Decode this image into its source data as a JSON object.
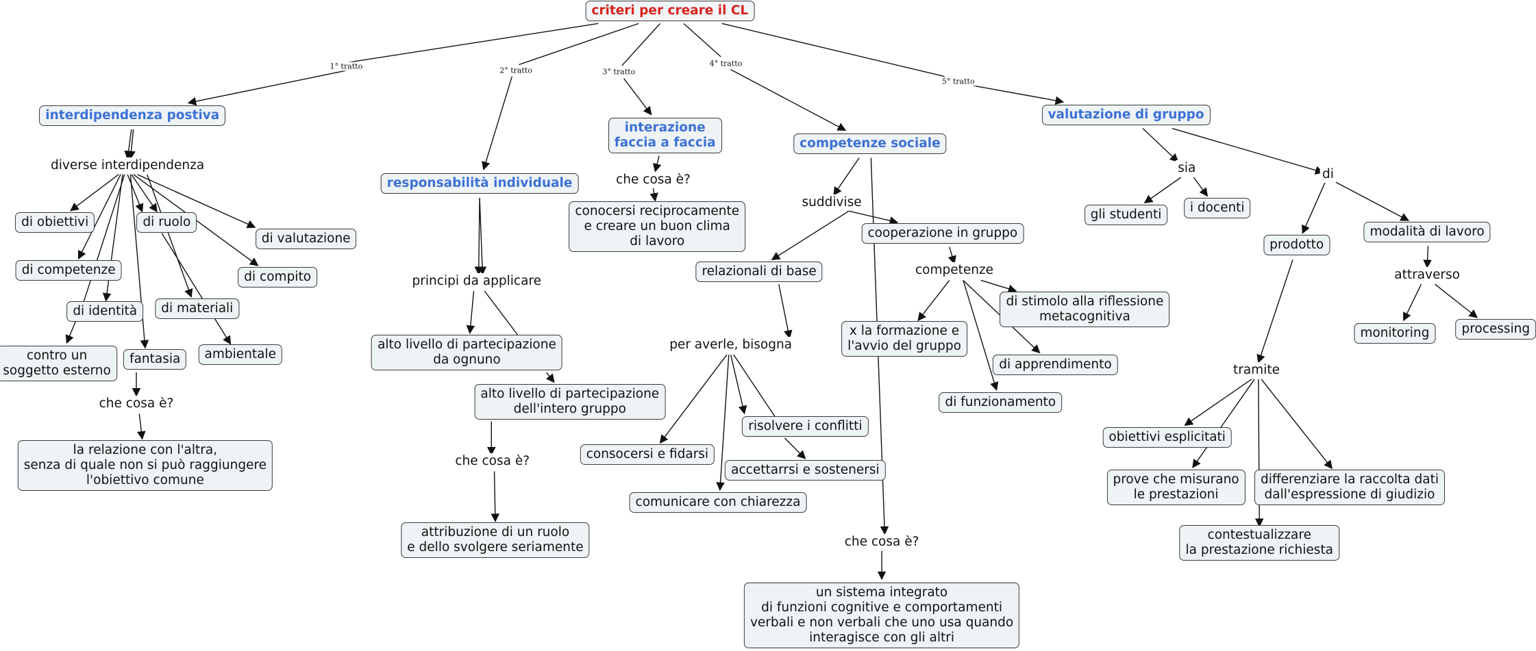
{
  "map": {
    "title": "criteri per creare il CL",
    "traits": [
      "1° tratto",
      "2° tratto",
      "3° tratto",
      "4° tratto",
      "5° tratto"
    ],
    "interdipendenza": {
      "title": "interdipendenza postiva",
      "diverse": "diverse interdipendenza",
      "obiettivi": "di obiettivi",
      "ruolo": "di ruolo",
      "valutazione": "di valutazione",
      "competenze": "di competenze",
      "compito": "di compito",
      "identita": "di identità",
      "materiali": "di materiali",
      "contro": "contro un\nsoggetto esterno",
      "fantasia": "fantasia",
      "ambientale": "ambientale",
      "checosa": "che cosa è?",
      "relazione": "la relazione con l'altra,\nsenza di quale non si può raggiungere\nl'obiettivo comune"
    },
    "responsabilita": {
      "title": "responsabilità individuale",
      "principi": "principi da applicare",
      "alto1": "alto livello di partecipazione\nda ognuno",
      "alto2": "alto livello di partecipazione\ndell'intero gruppo",
      "checosa": "che cosa è?",
      "attribuzione": "attribuzione di un ruolo\ne dello svolgere seriamente"
    },
    "interazione": {
      "title": "interazione\nfaccia a faccia",
      "checosa": "che cosa è?",
      "conocersi": "conocersi reciprocamente\ne creare un buon clima\ndi lavoro"
    },
    "competenze_sociale": {
      "title": "competenze sociale",
      "suddivise": "suddivise",
      "cooperazione": "cooperazione in gruppo",
      "relazionali": "relazionali di base",
      "competenze": "competenze",
      "stimolo": "di stimolo alla riflessione\nmetacognitiva",
      "formazione": "x la formazione e\nl'avvio del gruppo",
      "apprendimento": "di apprendimento",
      "funzionamento": "di funzionamento",
      "peraverle": "per averle, bisogna",
      "risolvere": "risolvere i conflitti",
      "consocersi": "consocersi e fidarsi",
      "accettarsi": "accettarrsi e sostenersi",
      "comunicare": "comunicare con chiarezza",
      "checosa": "che cosa è?",
      "sistema": "un sistema integrato\ndi funzioni cognitive e comportamenti\nverbali e non verbali che uno usa quando\ninteragisce con gli altri"
    },
    "valutazione": {
      "title": "valutazione di gruppo",
      "sia": "sia",
      "di": "di",
      "studenti": "gli studenti",
      "docenti": "i docenti",
      "prodotto": "prodotto",
      "modalita": "modalità di lavoro",
      "attraverso": "attraverso",
      "monitoring": "monitoring",
      "processing": "processing",
      "tramite": "tramite",
      "obiettivi": "obiettivi esplicitati",
      "prove": "prove che misurano\nle prestazioni",
      "differenziare": "differenziare la raccolta dati\ndall'espressione di giudizio",
      "contestualizzare": "contestualizzare\nla prestazione richiesta"
    }
  },
  "colors": {
    "root_text": "#d7221c",
    "main_text": "#3d71d6",
    "box_fill": "#eef3f5",
    "line": "#111111"
  }
}
